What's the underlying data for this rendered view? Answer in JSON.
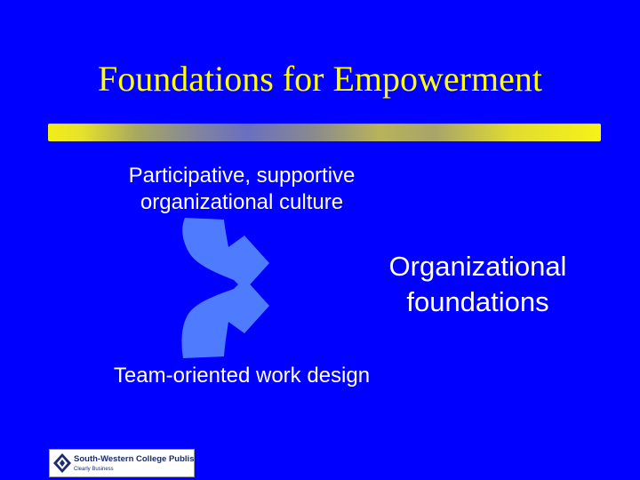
{
  "slide": {
    "title": "Foundations for Empowerment"
  },
  "diagram": {
    "top_label": "Participative, supportive organizational culture",
    "center_label": "Organizational foundations",
    "bottom_label": "Team-oriented work design"
  },
  "logo": {
    "name": "South-Western College Publishing",
    "tagline": "Clearly Business"
  },
  "colors": {
    "background": "#0000ff",
    "title": "#ffff00",
    "arrow": "#4f7cff",
    "text": "#ffffff"
  },
  "icons": [
    "curved-arrow-icon",
    "publisher-logo-icon"
  ]
}
